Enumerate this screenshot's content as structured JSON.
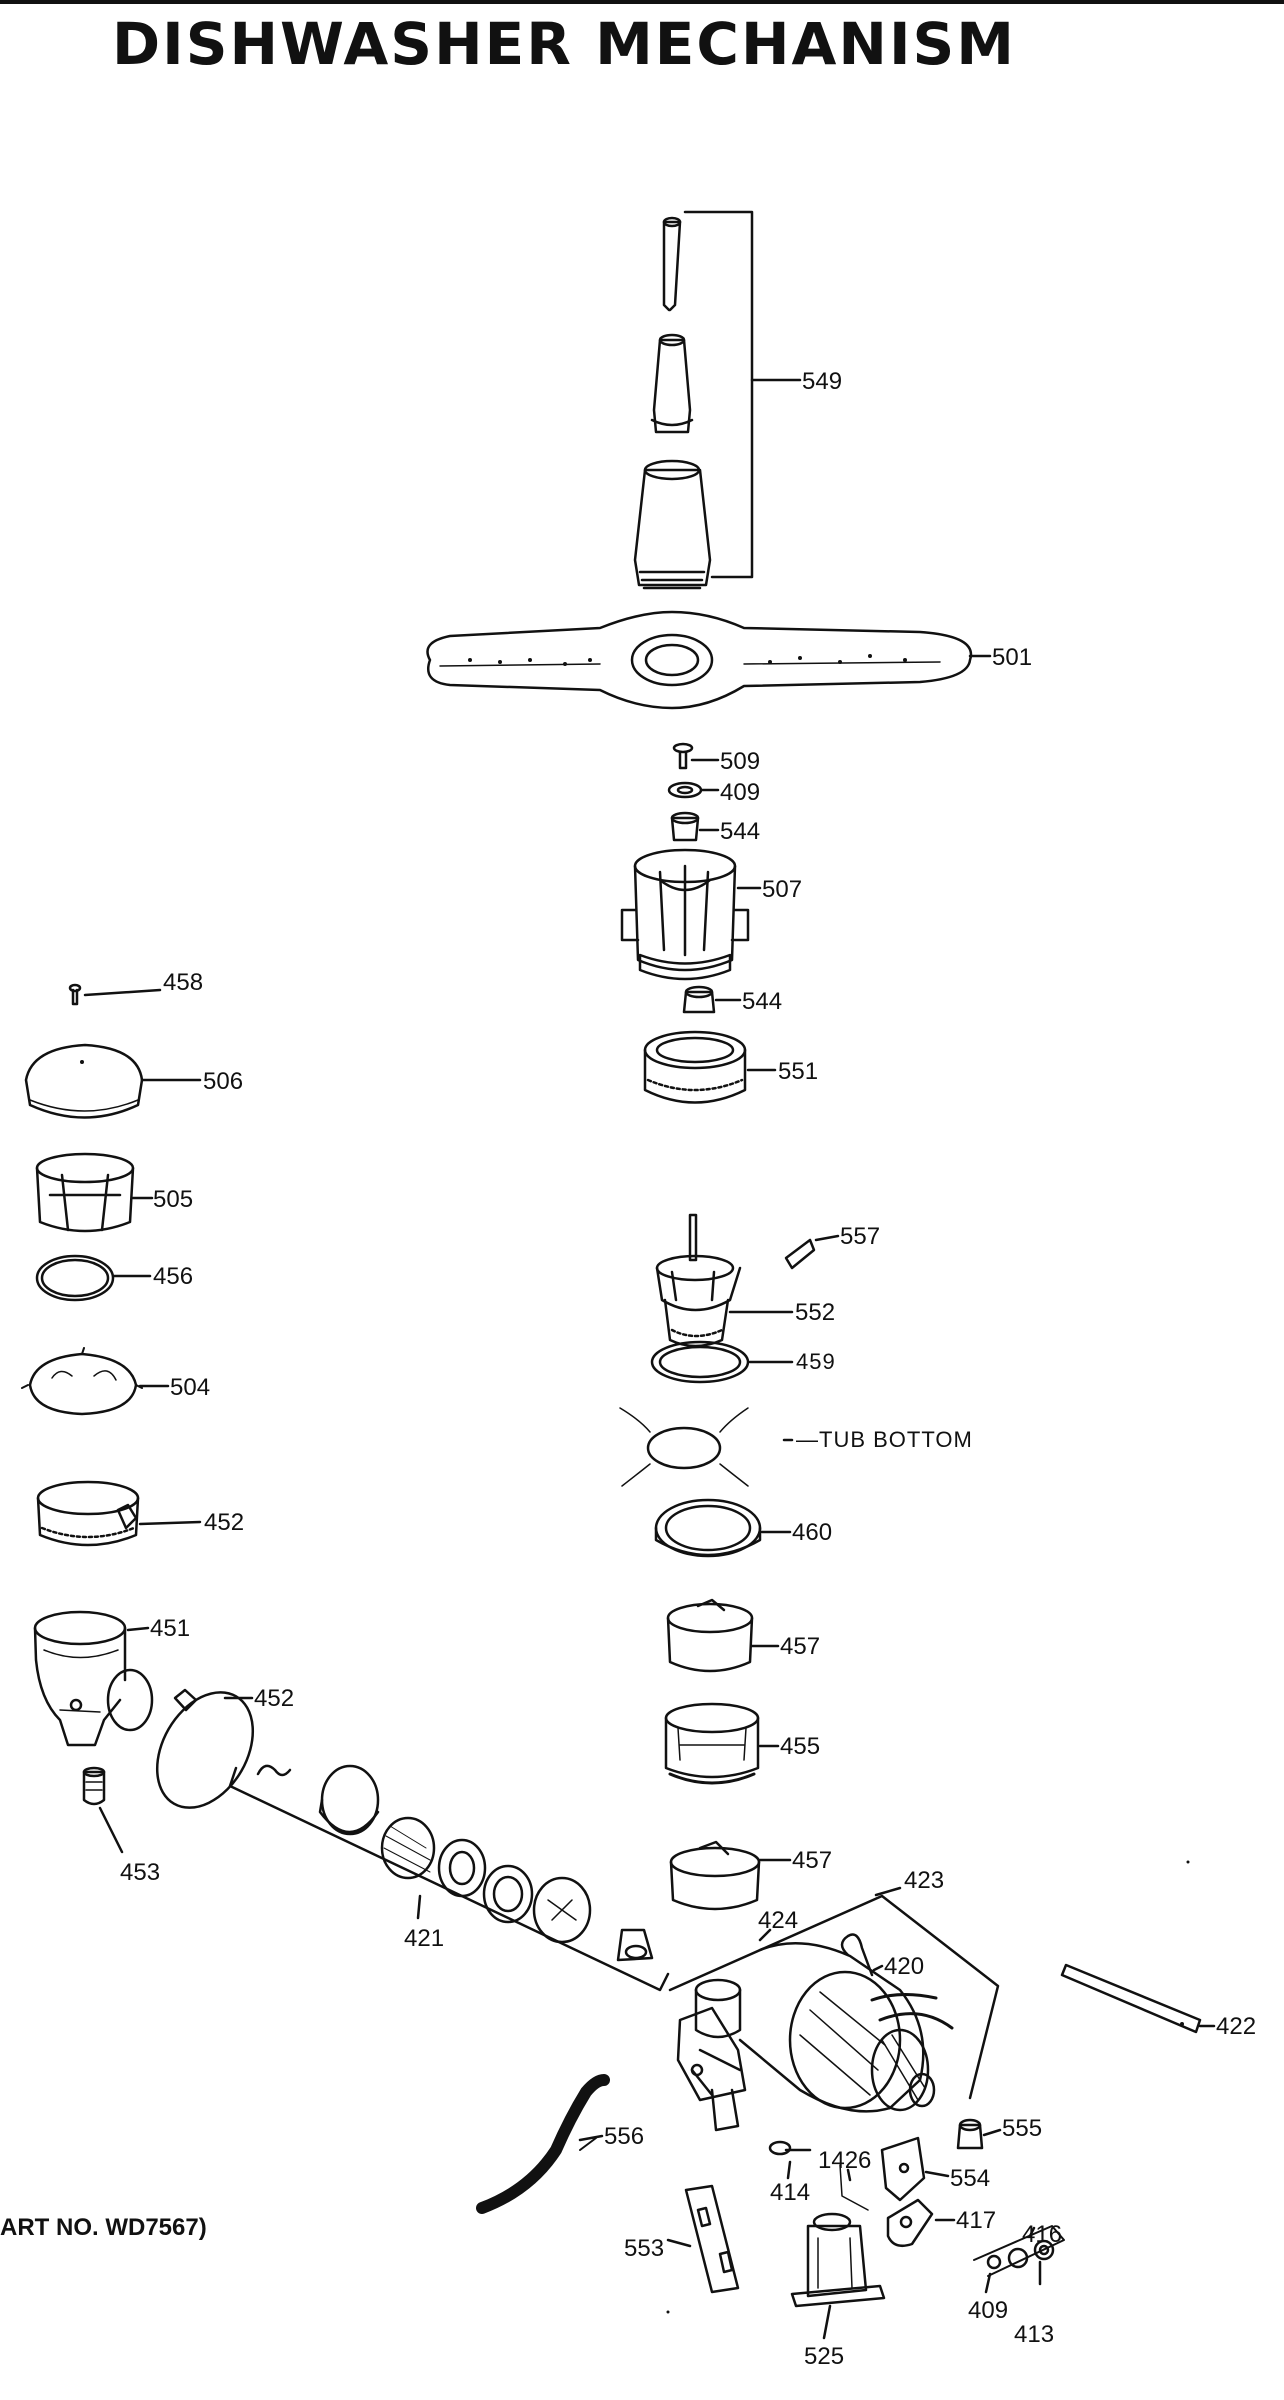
{
  "title": "DISHWASHER MECHANISM",
  "footnote": "ART NO. WD7567)",
  "callouts": [
    {
      "id": "549",
      "label": "549"
    },
    {
      "id": "501",
      "label": "501"
    },
    {
      "id": "509",
      "label": "509"
    },
    {
      "id": "409a",
      "label": "409"
    },
    {
      "id": "544a",
      "label": "544"
    },
    {
      "id": "507",
      "label": "507"
    },
    {
      "id": "544b",
      "label": "544"
    },
    {
      "id": "551",
      "label": "551"
    },
    {
      "id": "458",
      "label": "458"
    },
    {
      "id": "506",
      "label": "506"
    },
    {
      "id": "505",
      "label": "505"
    },
    {
      "id": "456",
      "label": "456"
    },
    {
      "id": "504",
      "label": "504"
    },
    {
      "id": "452a",
      "label": "452"
    },
    {
      "id": "451",
      "label": "451"
    },
    {
      "id": "452b",
      "label": "452"
    },
    {
      "id": "453",
      "label": "453"
    },
    {
      "id": "557",
      "label": "557"
    },
    {
      "id": "552",
      "label": "552"
    },
    {
      "id": "459",
      "label": "459"
    },
    {
      "id": "tub",
      "label": "TUB BOTTOM"
    },
    {
      "id": "460",
      "label": "460"
    },
    {
      "id": "457a",
      "label": "457"
    },
    {
      "id": "455",
      "label": "455"
    },
    {
      "id": "457b",
      "label": "457"
    },
    {
      "id": "421",
      "label": "421"
    },
    {
      "id": "423",
      "label": "423"
    },
    {
      "id": "424",
      "label": "424"
    },
    {
      "id": "420",
      "label": "420"
    },
    {
      "id": "422",
      "label": "422"
    },
    {
      "id": "556",
      "label": "556"
    },
    {
      "id": "555",
      "label": "555"
    },
    {
      "id": "414",
      "label": "414"
    },
    {
      "id": "1426",
      "label": "1426"
    },
    {
      "id": "554",
      "label": "554"
    },
    {
      "id": "553",
      "label": "553"
    },
    {
      "id": "417",
      "label": "417"
    },
    {
      "id": "416",
      "label": "416"
    },
    {
      "id": "409b",
      "label": "409"
    },
    {
      "id": "413",
      "label": "413"
    },
    {
      "id": "525",
      "label": "525"
    }
  ]
}
